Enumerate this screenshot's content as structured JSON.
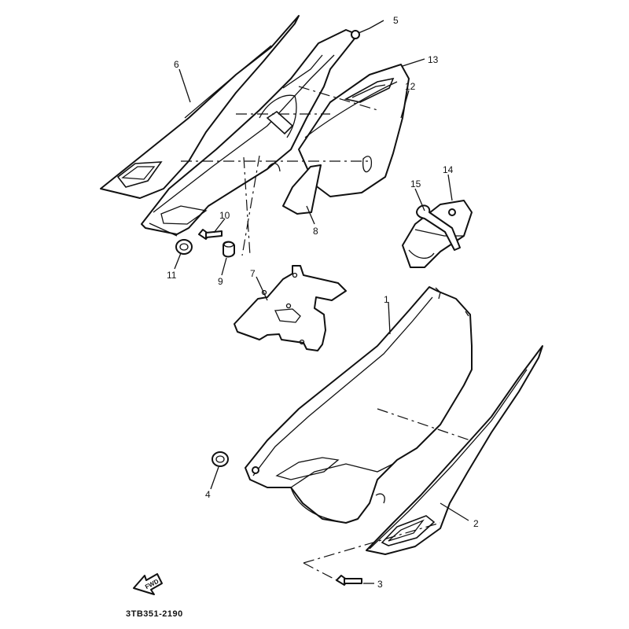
{
  "diagram": {
    "code": "3TB351-2190",
    "fwd_label": "FWD",
    "callouts": [
      "1",
      "2",
      "3",
      "4",
      "5",
      "6",
      "7",
      "8",
      "9",
      "10",
      "11",
      "12",
      "13",
      "14",
      "15"
    ]
  }
}
